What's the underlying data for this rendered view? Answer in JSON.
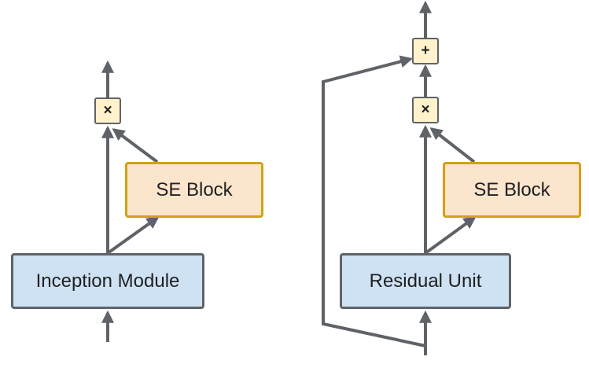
{
  "left_diagram": {
    "module_label": "Inception Module",
    "se_label": "SE Block",
    "scale_op_symbol": "×"
  },
  "right_diagram": {
    "module_label": "Residual Unit",
    "se_label": "SE Block",
    "scale_op_symbol": "×",
    "add_op_symbol": "+"
  },
  "colors": {
    "module_fill": "#cfe2f3",
    "se_fill": "#fce5cd",
    "se_border": "#d4a017",
    "op_fill": "#fff2cc",
    "line": "#5f6368"
  }
}
